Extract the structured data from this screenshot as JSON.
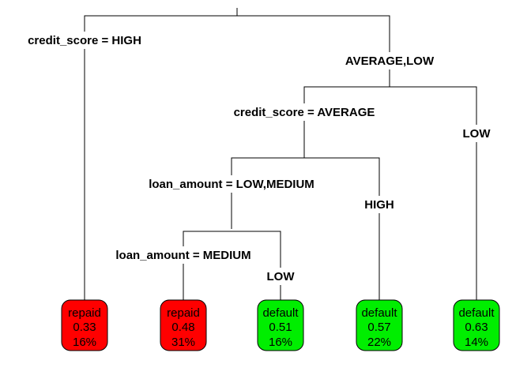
{
  "colors": {
    "repaid": "#ff0000",
    "default": "#00ee00"
  },
  "splits": [
    {
      "id": "n1",
      "label": "credit_score = HIGH"
    },
    {
      "id": "n1r",
      "label": "AVERAGE,LOW"
    },
    {
      "id": "n2",
      "label": "credit_score = AVERAGE"
    },
    {
      "id": "n2r",
      "label": "LOW"
    },
    {
      "id": "n3",
      "label": "loan_amount = LOW,MEDIUM"
    },
    {
      "id": "n3r",
      "label": "HIGH"
    },
    {
      "id": "n4",
      "label": "loan_amount = MEDIUM"
    },
    {
      "id": "n4r",
      "label": "LOW"
    }
  ],
  "leaves": [
    {
      "class": "repaid",
      "prob": "0.33",
      "pct": "16%"
    },
    {
      "class": "repaid",
      "prob": "0.48",
      "pct": "31%"
    },
    {
      "class": "default",
      "prob": "0.51",
      "pct": "16%"
    },
    {
      "class": "default",
      "prob": "0.57",
      "pct": "22%"
    },
    {
      "class": "default",
      "prob": "0.63",
      "pct": "14%"
    }
  ]
}
